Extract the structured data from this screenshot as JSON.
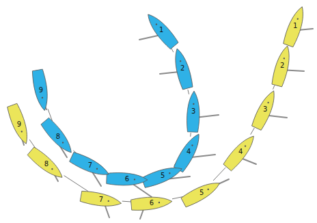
{
  "diagram": {
    "nodes": [
      {
        "text": [
          "1"
        ]
      },
      {
        "text": [
          "2"
        ]
      },
      {
        "text": [
          "3"
        ]
      },
      {
        "text": [
          "4"
        ]
      },
      {
        "text": [
          "5"
        ]
      },
      {
        "text": [
          "6"
        ]
      },
      {
        "text": [
          "7"
        ]
      },
      {
        "text": [
          "8"
        ]
      },
      {
        "text": [
          "9"
        ]
      },
      {
        "text": [
          "1"
        ]
      },
      {
        "text": [
          "2"
        ]
      },
      {
        "text": [
          "3"
        ]
      },
      {
        "text": [
          "4"
        ]
      },
      {
        "text": [
          "5"
        ]
      },
      {
        "text": [
          "6"
        ]
      },
      {
        "text": [
          "7"
        ]
      },
      {
        "text": [
          "8"
        ]
      },
      {
        "text": [
          "9"
        ]
      }
    ],
    "edges": [
      {
        "from": 0,
        "to": 1,
        "arrow": "none"
      },
      {
        "from": 1,
        "to": 2,
        "arrow": "none"
      },
      {
        "from": 2,
        "to": 3,
        "arrow": "none"
      },
      {
        "from": 3,
        "to": 4,
        "arrow": "none"
      },
      {
        "from": 4,
        "to": 5,
        "arrow": "none"
      },
      {
        "from": 5,
        "to": 6,
        "arrow": "none"
      },
      {
        "from": 6,
        "to": 7,
        "arrow": "none"
      },
      {
        "from": 7,
        "to": 8,
        "arrow": "none"
      },
      {
        "from": 9,
        "to": 10,
        "arrow": "none"
      },
      {
        "from": 10,
        "to": 11,
        "arrow": "none"
      },
      {
        "from": 11,
        "to": 12,
        "arrow": "none"
      },
      {
        "from": 12,
        "to": 13,
        "arrow": "none"
      },
      {
        "from": 13,
        "to": 14,
        "arrow": "none"
      },
      {
        "from": 14,
        "to": 15,
        "arrow": "none"
      },
      {
        "from": 15,
        "to": 16,
        "arrow": "none"
      },
      {
        "from": 16,
        "to": 17,
        "arrow": "none"
      }
    ]
  }
}
